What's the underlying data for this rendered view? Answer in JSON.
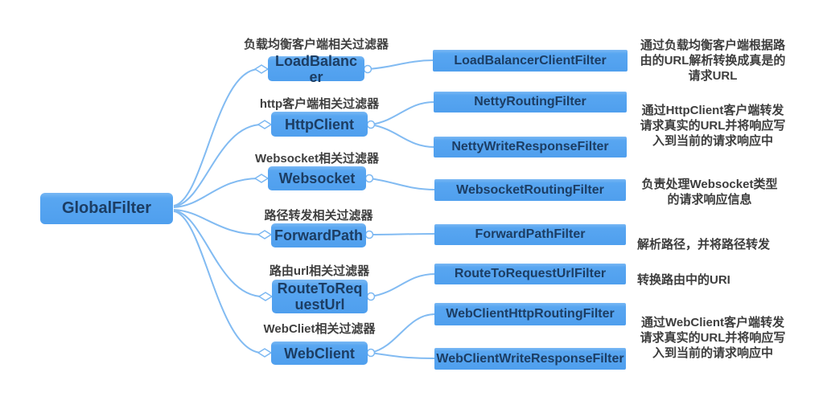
{
  "root": {
    "label": "GlobalFilter"
  },
  "branches": [
    {
      "category_label": "负载均衡客户端相关过滤器",
      "node_label": "LoadBalancer",
      "children": [
        {
          "label": "LoadBalancerClientFilter"
        }
      ],
      "description": "通过负载均衡客户端根据路\n由的URL解析转换成真是的\n请求URL"
    },
    {
      "category_label": "http客户端相关过滤器",
      "node_label": "HttpClient",
      "children": [
        {
          "label": "NettyRoutingFilter"
        },
        {
          "label": "NettyWriteResponseFilter"
        }
      ],
      "description": "通过HttpClient客户端转发\n请求真实的URL并将响应写\n入到当前的请求响应中"
    },
    {
      "category_label": "Websocket相关过滤器",
      "node_label": "Websocket",
      "children": [
        {
          "label": "WebsocketRoutingFilter"
        }
      ],
      "description": "负责处理Websocket类型\n的请求响应信息"
    },
    {
      "category_label": "路径转发相关过滤器",
      "node_label": "ForwardPath",
      "children": [
        {
          "label": "ForwardPathFilter"
        }
      ],
      "description": "解析路径，并将路径转发"
    },
    {
      "category_label": "路由url相关过滤器",
      "node_label": "RouteToRequestUrl",
      "children": [
        {
          "label": "RouteToRequestUrlFilter"
        }
      ],
      "description": "转换路由中的URI"
    },
    {
      "category_label": "WebCliet相关过滤器",
      "node_label": "WebClient",
      "children": [
        {
          "label": "WebClientHttpRoutingFilter"
        },
        {
          "label": "WebClientWriteResponseFilter"
        }
      ],
      "description": "通过WebClient客户端转发\n请求真实的URL并将响应写\n入到当前的请求响应中"
    }
  ],
  "colors": {
    "node_fill": "#57a5f1",
    "node_text": "#1c3d63",
    "connector": "#82bbf2",
    "annotation_text": "#3d3d3d"
  }
}
